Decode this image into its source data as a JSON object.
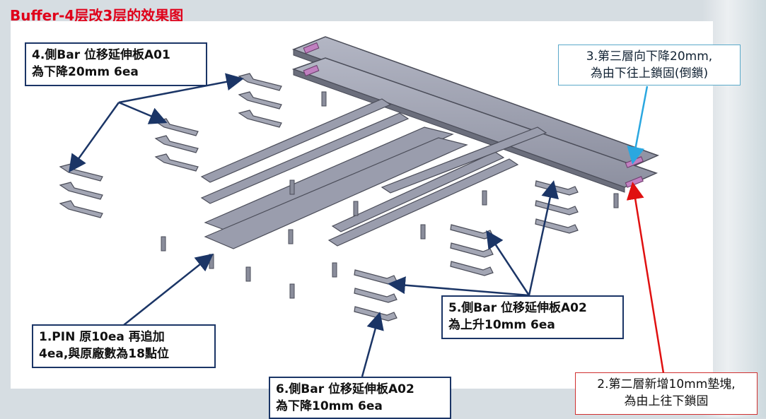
{
  "slide": {
    "title": "Buffer-4层改3层的效果图"
  },
  "callouts": {
    "bar_a01": {
      "line1": "4.側Bar 位移延伸板A01",
      "line2": "為下降20mm  6ea"
    },
    "third_layer": {
      "line1": "3.第三層向下降20mm,",
      "line2": "為由下往上鎖固(倒鎖)"
    },
    "pin": {
      "line1": "1.PIN 原10ea 再追加",
      "line2": "4ea,與原廠數為18點位"
    },
    "bar_a02_up": {
      "line1": "5.側Bar 位移延伸板A02",
      "line2": "為上升10mm 6ea"
    },
    "bar_a02_down": {
      "line1": "6.側Bar 位移延伸板A02",
      "line2": "為下降10mm 6ea"
    },
    "second_layer": {
      "line1": "2.第二層新增10mm墊塊,",
      "line2": "為由上往下鎖固"
    }
  },
  "colors": {
    "title_red": "#e0001a",
    "navy_arrow": "#1b3566",
    "cyan_arrow": "#2aa7e0",
    "red_arrow": "#e01010",
    "part_gray": "#8f93a3",
    "part_edge": "#4a4c58",
    "spacer_pink": "#c080c0"
  }
}
